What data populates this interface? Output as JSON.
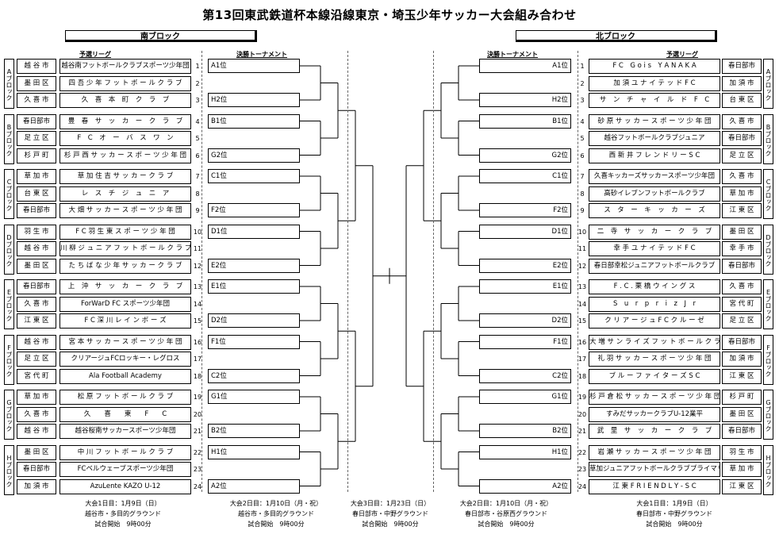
{
  "title": "第13回東武鉄道杯本線沿線東京・埼玉少年サッカー大会組み合わせ",
  "south": {
    "header": "南ブロック",
    "league_label": "予選リーグ",
    "tournament_label": "決勝トーナメント",
    "groups": [
      {
        "tab": "Aブロック",
        "teams": [
          {
            "num": "1",
            "city": "越 谷 市",
            "team": "越谷南フットボールクラブスポーツ少年団"
          },
          {
            "num": "2",
            "city": "墨 田 区",
            "team": "四 吾 少 年 フ ッ ト ボ ー ル ク ラ ブ"
          },
          {
            "num": "3",
            "city": "久 喜 市",
            "team": "久　喜　本　町　ク　ラ　ブ"
          }
        ]
      },
      {
        "tab": "Bブロック",
        "teams": [
          {
            "num": "4",
            "city": "春日部市",
            "team": "豊　春　サ　ッ　カ　ー　ク　ラ　ブ"
          },
          {
            "num": "5",
            "city": "足 立 区",
            "team": "F　C　オ　ー　バ　ス　ワ　ン"
          },
          {
            "num": "6",
            "city": "杉 戸 町",
            "team": "杉 戸 西 サ ッ カ ー ス ポ ー ツ 少 年 団"
          }
        ]
      },
      {
        "tab": "Cブロック",
        "teams": [
          {
            "num": "7",
            "city": "草 加 市",
            "team": "草 加 住 吉 サ ッ カ ー ク ラ ブ"
          },
          {
            "num": "8",
            "city": "台 東 区",
            "team": "レ　ス　チ　ジ　ュ　ニ　ア"
          },
          {
            "num": "9",
            "city": "春日部市",
            "team": "大 畑 サ ッ カ ー ス ポ ー ツ 少 年 団"
          }
        ]
      },
      {
        "tab": "Dブロック",
        "teams": [
          {
            "num": "10",
            "city": "羽 生 市",
            "team": "F C 羽 生 東 ス ポ ー ツ 少 年 団"
          },
          {
            "num": "11",
            "city": "越 谷 市",
            "team": "川 柳 ジ ュ ニ ア フ ッ ト ボ ー ル ク ラ ブ"
          },
          {
            "num": "12",
            "city": "墨 田 区",
            "team": "た ち ば な 少 年 サ ッ カ ー ク ラ ブ"
          }
        ]
      },
      {
        "tab": "Eブロック",
        "teams": [
          {
            "num": "13",
            "city": "春日部市",
            "team": "上　沖　サ　ッ　カ　ー　ク　ラ　ブ"
          },
          {
            "num": "14",
            "city": "久 喜 市",
            "team": "ForWarD FC スポーツ少年団"
          },
          {
            "num": "15",
            "city": "江 東 区",
            "team": "F C 深 川 レ イ ン ボ ー ズ"
          }
        ]
      },
      {
        "tab": "Fブロック",
        "teams": [
          {
            "num": "16",
            "city": "越 谷 市",
            "team": "宮 本 サ ッ カ ー ス ポ ー ツ 少 年 団"
          },
          {
            "num": "17",
            "city": "足 立 区",
            "team": "クリアージュFCロッキー・レグロス"
          },
          {
            "num": "18",
            "city": "宮 代 町",
            "team": "Ala Football Academy"
          }
        ]
      },
      {
        "tab": "Gブロック",
        "teams": [
          {
            "num": "19",
            "city": "草 加 市",
            "team": "松 原 フ ッ ト ボ ー ル ク ラ ブ"
          },
          {
            "num": "20",
            "city": "久 喜 市",
            "team": "久　　喜　　東　　F　　C"
          },
          {
            "num": "21",
            "city": "越 谷 市",
            "team": "越谷桜南サッカースポーツ少年団"
          }
        ]
      },
      {
        "tab": "Hブロック",
        "teams": [
          {
            "num": "22",
            "city": "墨 田 区",
            "team": "中 川 フ ッ ト ボ ー ル ク ラ ブ"
          },
          {
            "num": "23",
            "city": "春日部市",
            "team": "FCベルウェーブスポーツ少年団"
          },
          {
            "num": "24",
            "city": "加 須 市",
            "team": "AzuLente KAZO U-12"
          }
        ]
      }
    ],
    "slots": [
      "A1位",
      "H2位",
      "B1位",
      "G2位",
      "C1位",
      "F2位",
      "D1位",
      "E2位",
      "E1位",
      "D2位",
      "F1位",
      "C2位",
      "G1位",
      "B2位",
      "H1位",
      "A2位"
    ],
    "day1": {
      "line1": "大会1日目：1月9日（日）",
      "line2": "越谷市・多目的グラウンド",
      "line3": "試合開始　9時00分"
    },
    "day2": {
      "line1": "大会2日目：1月10日（月・祝）",
      "line2": "越谷市・多目的グラウンド",
      "line3": "試合開始　9時00分"
    }
  },
  "north": {
    "header": "北ブロック",
    "league_label": "予選リーグ",
    "tournament_label": "決勝トーナメント",
    "groups": [
      {
        "tab": "Aブロック",
        "teams": [
          {
            "num": "1",
            "city": "春日部市",
            "team": "F C　G o i s　Y A N A K A"
          },
          {
            "num": "2",
            "city": "加 須 市",
            "team": "加 須 ユ ナ イ テ ッ ド F C"
          },
          {
            "num": "3",
            "city": "台 東 区",
            "team": "サ　ン　チ　ャ　イ　ル　ド　F　C"
          }
        ]
      },
      {
        "tab": "Bブロック",
        "teams": [
          {
            "num": "4",
            "city": "久 喜 市",
            "team": "砂 原 サ ッ カ ー ス ポ ー ツ 少 年 団"
          },
          {
            "num": "5",
            "city": "春日部市",
            "team": "越谷フットボールクラブジュニア"
          },
          {
            "num": "6",
            "city": "足 立 区",
            "team": "西 新 井 フ レ ン ド リ ー S C"
          }
        ]
      },
      {
        "tab": "Cブロック",
        "teams": [
          {
            "num": "7",
            "city": "久 喜 市",
            "team": "久喜キッカーズサッカースポーツ少年団"
          },
          {
            "num": "8",
            "city": "草 加 市",
            "team": "高砂イレブンフットボールクラブ"
          },
          {
            "num": "9",
            "city": "江 東 区",
            "team": "ス　タ　ー　キ　ッ　カ　ー　ズ"
          }
        ]
      },
      {
        "tab": "Dブロック",
        "teams": [
          {
            "num": "10",
            "city": "墨 田 区",
            "team": "二　寺　サ　ッ　カ　ー　ク　ラ　ブ"
          },
          {
            "num": "11",
            "city": "幸 手 市",
            "team": "幸 手 ユ ナ イ テ ッ ド F C"
          },
          {
            "num": "12",
            "city": "春日部市",
            "team": "春日部幸松ジュニアフットボールクラブ"
          }
        ]
      },
      {
        "tab": "Eブロック",
        "teams": [
          {
            "num": "13",
            "city": "久 喜 市",
            "team": "F . C . 栗 橋 ウ イ ン グ ス"
          },
          {
            "num": "14",
            "city": "宮 代 町",
            "team": "S　u　r　p　r　i　z　J　r"
          },
          {
            "num": "15",
            "city": "足 立 区",
            "team": "ク リ ア ー ジ ュ F C ク ル ー ゼ"
          }
        ]
      },
      {
        "tab": "Fブロック",
        "teams": [
          {
            "num": "16",
            "city": "春日部市",
            "team": "大 増 サ ン ラ イ ズ フ ッ ト ボ ー ル ク ラ ブ"
          },
          {
            "num": "17",
            "city": "加 須 市",
            "team": "礼 羽 サ ッ カ ー ス ポ ー ツ 少 年 団"
          },
          {
            "num": "18",
            "city": "江 東 区",
            "team": "ブ ル ー フ ァ イ タ ー ズ S C"
          }
        ]
      },
      {
        "tab": "Gブロック",
        "teams": [
          {
            "num": "19",
            "city": "杉 戸 町",
            "team": "杉 戸 倉 松 サ ッ カ ー ス ポ ー ツ 少 年 団"
          },
          {
            "num": "20",
            "city": "墨 田 区",
            "team": "すみだサッカークラブU-12業平"
          },
          {
            "num": "21",
            "city": "春日部市",
            "team": "武　里　サ　ッ　カ　ー　ク　ラ　ブ"
          }
        ]
      },
      {
        "tab": "Hブロック",
        "teams": [
          {
            "num": "22",
            "city": "羽 生 市",
            "team": "岩 瀬 サ ッ カ ー ス ポ ー ツ 少 年 団"
          },
          {
            "num": "23",
            "city": "草 加 市",
            "team": "草加ジュニアフットボールクラブプライマリー"
          },
          {
            "num": "24",
            "city": "江 東 区",
            "team": "江 東 F R I E N D L Y - S C"
          }
        ]
      }
    ],
    "slots": [
      "A1位",
      "H2位",
      "B1位",
      "G2位",
      "C1位",
      "F2位",
      "D1位",
      "E2位",
      "E1位",
      "D2位",
      "F1位",
      "C2位",
      "G1位",
      "B2位",
      "H1位",
      "A2位"
    ],
    "day1": {
      "line1": "大会1日目：1月9日（日）",
      "line2": "春日部市・中野グラウンド",
      "line3": "試合開始　9時00分"
    },
    "day2": {
      "line1": "大会2日目：1月10日（月・祝）",
      "line2": "春日部市・谷原西グラウンド",
      "line3": "試合開始　9時00分"
    }
  },
  "center": {
    "line1": "大会3日目：1月23日（日）",
    "line2": "春日部市・中野グラウンド",
    "line3": "試合開始　9時00分"
  }
}
